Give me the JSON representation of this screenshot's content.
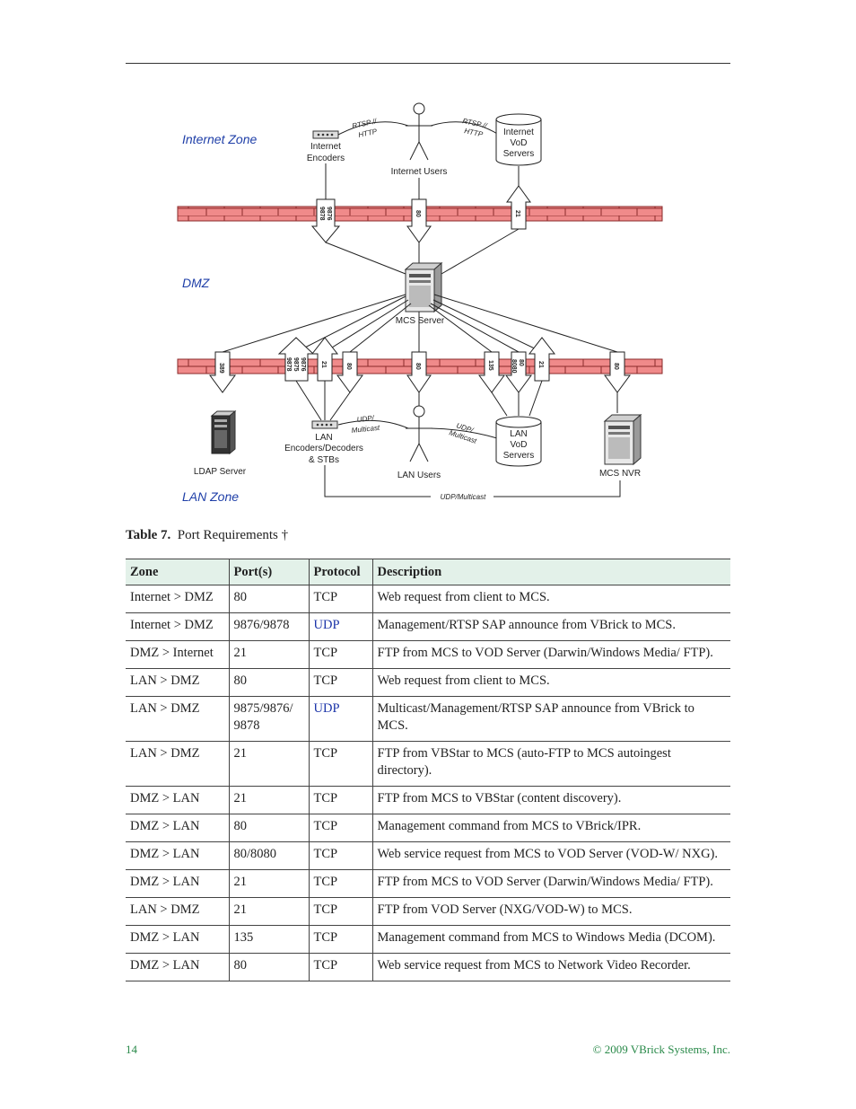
{
  "diagram": {
    "zones": {
      "internet": "Internet Zone",
      "dmz": "DMZ",
      "lan": "LAN Zone"
    },
    "nodes": {
      "internet_encoders": [
        "Internet",
        "Encoders"
      ],
      "internet_users": "Internet Users",
      "internet_vod": [
        "Internet",
        "VoD",
        "Servers"
      ],
      "mcs_server": "MCS Server",
      "ldap_server": "LDAP Server",
      "lan_encoders": [
        "LAN",
        "Encoders/Decoders",
        "& STBs"
      ],
      "lan_users": "LAN Users",
      "lan_vod": [
        "LAN",
        "VoD",
        "Servers"
      ],
      "mcs_nvr": "MCS NVR"
    },
    "link_labels": {
      "rtsp_http_left": [
        "RTSP //",
        "HTTP"
      ],
      "rtsp_http_right": [
        "RTSP //",
        "HTTP"
      ],
      "udp_multicast_left": [
        "UDP/",
        "Multicast"
      ],
      "udp_multicast_right": [
        "UDP/",
        "Multicast"
      ],
      "udp_multicast_bottom": "UDP/Multicast"
    },
    "top_ports": {
      "encoders": [
        "9876",
        "9878"
      ],
      "users": "80",
      "vod": "21"
    },
    "bottom_ports": {
      "ldap": "389",
      "encoders": [
        "9876",
        "9875",
        "9878"
      ],
      "enc21": "21",
      "enc80": "80",
      "users": "80",
      "vod135": "135",
      "vod8080": [
        "80",
        "8080"
      ],
      "vod21": "21",
      "nvr": "80"
    },
    "colors": {
      "firewall_fill": "#f08a8a",
      "firewall_line": "#8a2a2a",
      "zone_text": "#1f3fa8"
    }
  },
  "caption": {
    "label": "Table 7.",
    "text": "Port Requirements †"
  },
  "table": {
    "headers": [
      "Zone",
      "Port(s)",
      "Protocol",
      "Description"
    ],
    "rows": [
      [
        "Internet > DMZ",
        "80",
        "TCP",
        "Web request from client to MCS."
      ],
      [
        "Internet > DMZ",
        "9876/9878",
        "UDP",
        "Management/RTSP SAP announce from VBrick to MCS."
      ],
      [
        "DMZ > Internet",
        "21",
        "TCP",
        "FTP from MCS to VOD Server (Darwin/Windows Media/ FTP)."
      ],
      [
        "LAN > DMZ",
        "80",
        "TCP",
        "Web request from client to MCS."
      ],
      [
        "LAN > DMZ",
        "9875/9876/ 9878",
        "UDP",
        "Multicast/Management/RTSP SAP announce from VBrick to MCS."
      ],
      [
        "LAN > DMZ",
        "21",
        "TCP",
        "FTP from VBStar to MCS (auto-FTP to MCS autoingest directory)."
      ],
      [
        "DMZ > LAN",
        "21",
        "TCP",
        "FTP from MCS to VBStar (content discovery)."
      ],
      [
        "DMZ > LAN",
        "80",
        "TCP",
        "Management command from MCS to VBrick/IPR."
      ],
      [
        "DMZ > LAN",
        "80/8080",
        "TCP",
        "Web service request from MCS to VOD Server (VOD-W/ NXG)."
      ],
      [
        "DMZ > LAN",
        "21",
        "TCP",
        "FTP from MCS to VOD Server (Darwin/Windows Media/ FTP)."
      ],
      [
        "LAN > DMZ",
        "21",
        "TCP",
        "FTP from VOD Server (NXG/VOD-W) to MCS."
      ],
      [
        "DMZ > LAN",
        "135",
        "TCP",
        "Management command from MCS to Windows Media (DCOM)."
      ],
      [
        "DMZ > LAN",
        "80",
        "TCP",
        "Web service request from MCS to Network Video Recorder."
      ]
    ]
  },
  "footer": {
    "page_number": "14",
    "copyright": "© 2009 VBrick Systems, Inc."
  }
}
